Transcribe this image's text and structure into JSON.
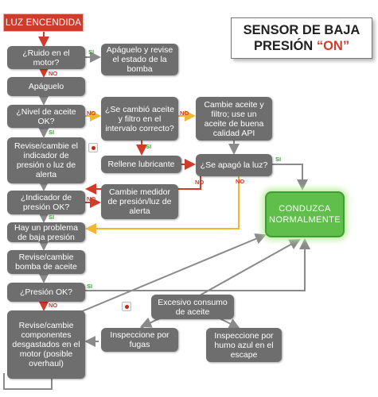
{
  "title": {
    "line1": "SENSOR DE BAJA",
    "line2": "PRESIÓN",
    "on": "“ON”"
  },
  "start": "LUZ ENCENDIDA",
  "drive": "CONDUZCA NORMALMENTE",
  "nodes": {
    "ruido": "¿Ruido en el motor?",
    "apaguelo_revise": "Apáguelo y revise el estado de la bomba",
    "apaguelo": "Apáguelo",
    "nivel_aceite": "¿Nivel de aceite OK?",
    "se_cambio": "¿Se cambió aceite y filtro en el intervalo correcto?",
    "cambie_aceite": "Cambie aceite y filtro; use un aceite de buena calidad API",
    "revise_indicador": "Revise/cambie el indicador de presión o luz de alerta",
    "rellene": "Rellene lubricante",
    "se_apago": "¿Se apagó la luz?",
    "indicador_ok": "¿Indicador de presión  OK?",
    "cambie_medidor": "Cambie medidor de presión/luz de alerta",
    "hay_problema": "Hay un problema de baja presión",
    "revise_bomba": "Revise/cambie bomba de aceite",
    "presion_ok": "¿Presión OK?",
    "revise_componentes": "Revise/cambie componentes desgastados en el motor (posible overhaul)",
    "excesivo": "Excesivo consumo de aceite",
    "insp_fugas": "Inspeccione por fugas",
    "insp_humo": "Inspeccione por humo azul en el escape"
  },
  "labels": {
    "si": "SI",
    "no": "NO"
  },
  "colors": {
    "box": "#6e6e6e",
    "start": "#d13b2c",
    "drive": "#5fbf4a",
    "yes": "#3ca33c",
    "no": "#d13b2c",
    "amber": "#f2b632",
    "connector": "#8a8a8a"
  }
}
